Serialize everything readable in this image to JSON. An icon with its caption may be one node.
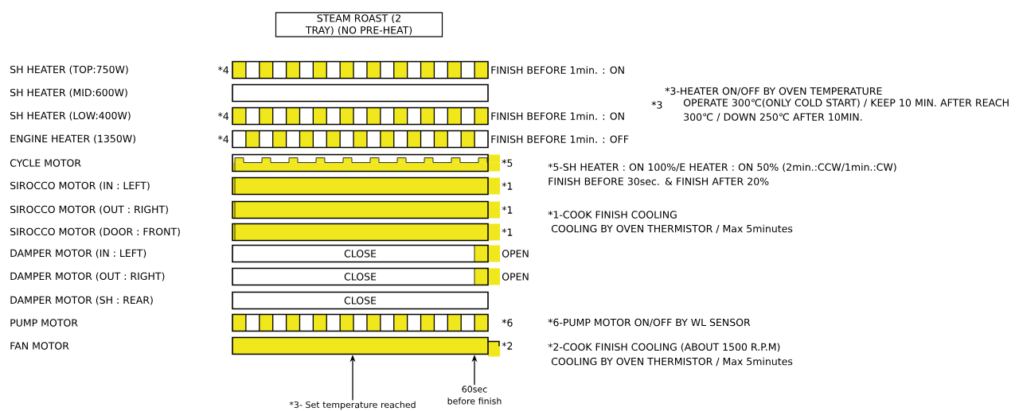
{
  "diagram": {
    "title": "STEAM ROAST (2 TRAY) (NO PRE-HEAT)",
    "nodes": [
      {
        "text": [],
        "shape": "bar",
        "beside": [
          "*4",
          "FINISH BEFORE 1min. : ON"
        ]
      },
      {
        "text": [],
        "shape": "bar"
      },
      {
        "text": [],
        "shape": "bar",
        "beside": [
          "*4",
          "FINISH BEFORE 1min. : ON"
        ]
      },
      {
        "text": [],
        "shape": "bar",
        "beside": [
          "*4",
          "FINISH BEFORE 1min. : OFF"
        ]
      },
      {
        "text": [],
        "shape": "bar",
        "beside": [
          "*5"
        ]
      },
      {
        "text": [],
        "shape": "bar",
        "beside": [
          "*1"
        ]
      },
      {
        "text": [],
        "shape": "bar",
        "beside": [
          "*1"
        ]
      },
      {
        "text": [],
        "shape": "bar",
        "beside": [
          "*1"
        ]
      },
      {
        "text": [
          "CLOSE"
        ],
        "beside": [
          "OPEN"
        ]
      },
      {
        "text": [
          "CLOSE"
        ],
        "beside": [
          "OPEN"
        ]
      },
      {
        "text": [
          "CLOSE"
        ]
      },
      {
        "text": [],
        "shape": "bar",
        "beside": [
          "*6"
        ]
      },
      {
        "text": [],
        "shape": "bar",
        "beside": [
          "*2"
        ]
      },
      {
        "text": [
          "*3- Set temperature reached"
        ]
      },
      {
        "text": [
          "60sec before finish"
        ]
      }
    ],
    "edges": [
      {
        "from": 13,
        "to": 12,
        "arrow": "to"
      },
      {
        "from": 14,
        "to": 12,
        "arrow": "to"
      }
    ],
    "labels": [
      "SH HEATER (TOP:750W)",
      "SH HEATER (MID:600W)",
      "SH HEATER (LOW:400W)",
      "ENGINE HEATER (1350W)",
      "CYCLE MOTOR",
      "SIROCCO MOTOR (IN : LEFT)",
      "SIROCCO MOTOR (OUT : RIGHT)",
      "SIROCCO MOTOR (DOOR : FRONT)",
      "DAMPER MOTOR (IN : LEFT)",
      "DAMPER MOTOR (OUT : RIGHT)",
      "DAMPER MOTOR (SH : REAR)",
      "PUMP MOTOR",
      "FAN MOTOR",
      "*3-HEATER ON/OFF BY OVEN TEMPERATURE",
      "*3",
      "OPERATE 300℃(ONLY COLD START) / KEEP 10 MIN. AFTER REACH 300℃ / DOWN 250℃ AFTER 10MIN.",
      "*5-SH HEATER : ON 100%/E HEATER : ON 50% (2min.:CCW/1min.:CW) FINISH BEFORE 30sec. & FINISH AFTER 20%",
      "*1-COOK FINISH COOLING",
      "COOLING BY OVEN THERMISTOR / Max 5minutes",
      "*6-PUMP MOTOR ON/OFF BY WL SENSOR",
      "*2-COOK FINISH COOLING (ABOUT 1500 R.P.M)",
      "COOLING BY OVEN THERMISTOR / Max 5minutes"
    ]
  }
}
